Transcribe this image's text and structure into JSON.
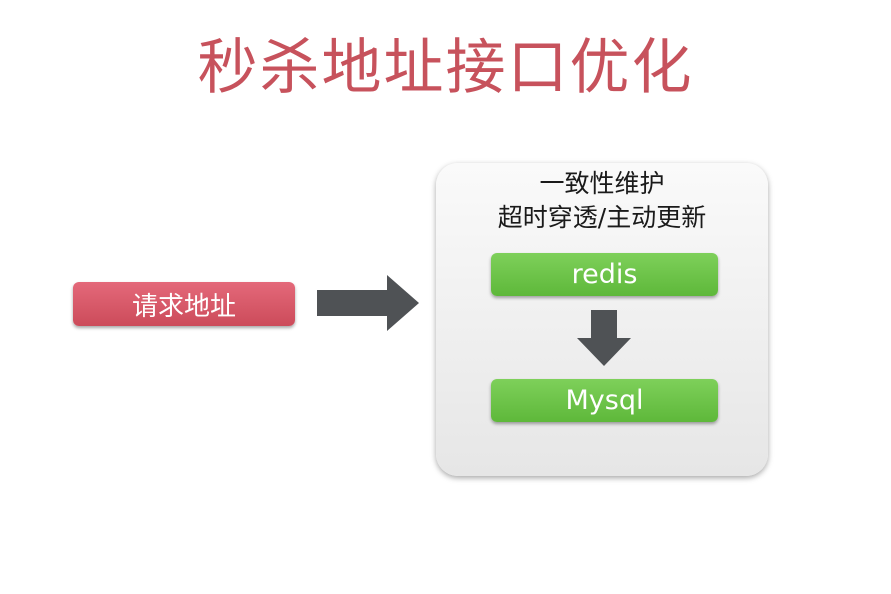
{
  "title": "秒杀地址接口优化",
  "request": {
    "label": "请求地址"
  },
  "panel": {
    "line1": "一致性维护",
    "line2": "超时穿透/主动更新",
    "redis_label": "redis",
    "mysql_label": "Mysql"
  },
  "colors": {
    "title": "#c7525c",
    "request_box": "#d9596a",
    "green_box": "#6cc248",
    "arrow": "#4f5255",
    "panel_bg": "#eeeeee"
  },
  "icons": {
    "right_arrow": "arrow-right",
    "down_arrow": "arrow-down"
  }
}
